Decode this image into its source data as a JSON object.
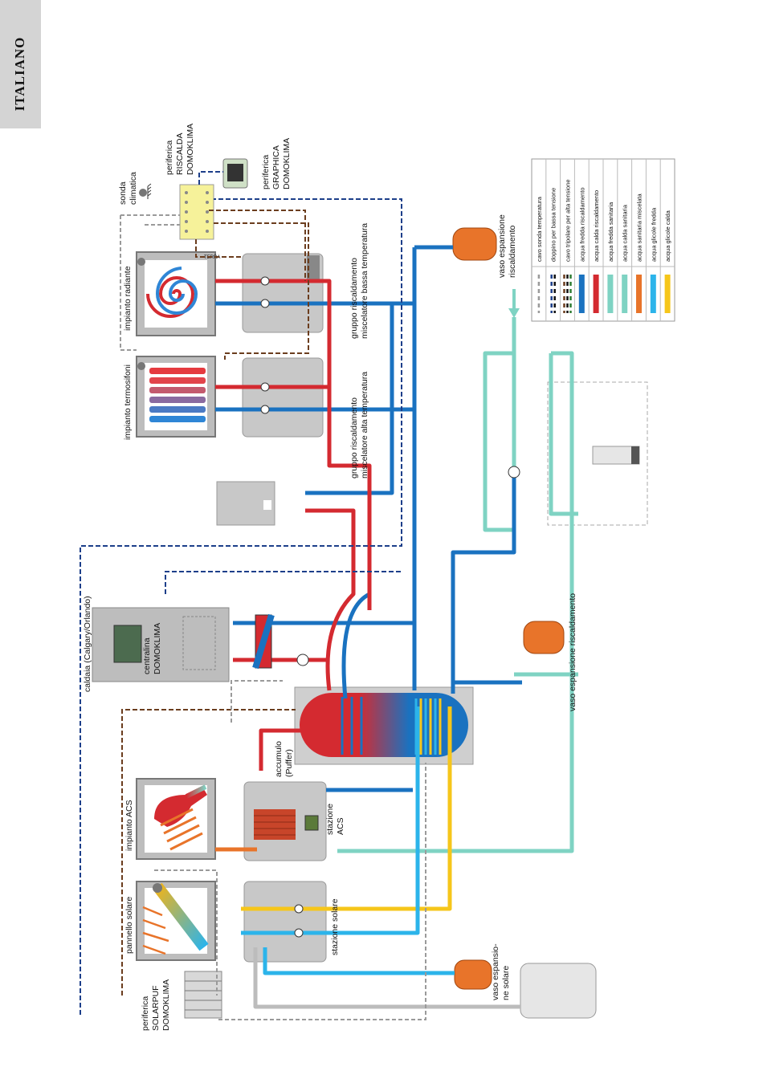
{
  "side_tab": "ITALIANO",
  "colors": {
    "hot_heating": "#d42a30",
    "cold_heating": "#1a72c0",
    "cold_sanitary": "#7fd3c3",
    "hot_sanitary": "#7fd3c3",
    "mixed_sanitary": "#e8742a",
    "cold_glycol": "#2cb4ea",
    "hot_glycol": "#f6c61a",
    "probe_cable": "#9a9a9a",
    "low_voltage_pair": "#1d3f8a",
    "high_voltage_triple": "#6b3d1e"
  },
  "labels": {
    "sonda_climatica": [
      "sonda",
      "climatica"
    ],
    "periferica_riscalda": [
      "periferica",
      "RISCALDA",
      "DOMOKLIMA"
    ],
    "periferica_graphica": [
      "periferica",
      "GRAPHICA",
      "DOMOKLIMA"
    ],
    "impianto_radiante": "impianto radiante",
    "impianto_termosifoni": "impianto termosifoni",
    "gruppo_bassa": [
      "gruppo riscaldamento",
      "miscelatore bassa temperatura"
    ],
    "gruppo_alta": [
      "gruppo riscaldamento",
      "miscelatore alta temperatura"
    ],
    "vaso_espansione_top": [
      "vaso espansione",
      "riscaldamento"
    ],
    "vaso_espansione_right": "vaso espansione riscaldamento",
    "caldaia": "caldaia (Calgary/Orlando)",
    "centralina": [
      "centralina",
      "DOMOKLIMA"
    ],
    "accumulo": [
      "accumulo",
      "(Puffer)"
    ],
    "impianto_acs": "impianto ACS",
    "stazione_acs": [
      "stazione",
      "ACS"
    ],
    "pannello_solare": "pannello solare",
    "stazione_solare": "stazione solare",
    "periferica_solarpuf": [
      "periferica",
      "SOLARPUF",
      "DOMOKLIMA"
    ],
    "vaso_solare": [
      "vaso espansio-",
      "ne solare"
    ],
    "terra": "TERRA"
  },
  "legend": [
    {
      "label": "cavo sonda temperatura",
      "kind": "dash",
      "colors": [
        "#9a9a9a"
      ]
    },
    {
      "label": "doppino per bassa tensione",
      "kind": "dash",
      "colors": [
        "#1d3f8a",
        "#111111"
      ]
    },
    {
      "label": "cavo tripolare per alta tensione",
      "kind": "dash",
      "colors": [
        "#6b3d1e",
        "#111111",
        "#2e7d32"
      ]
    },
    {
      "label": "acqua fredda riscaldamento",
      "kind": "solid",
      "colors": [
        "#1a72c0"
      ]
    },
    {
      "label": "acqua calda riscaldamento",
      "kind": "solid",
      "colors": [
        "#d42a30"
      ]
    },
    {
      "label": "acqua fredda sanitaria",
      "kind": "solid",
      "colors": [
        "#7fd3c3"
      ]
    },
    {
      "label": "acqua calda sanitaria",
      "kind": "solid",
      "colors": [
        "#7fd3c3"
      ]
    },
    {
      "label": "acqua sanitaria miscelata",
      "kind": "solid",
      "colors": [
        "#e8742a"
      ]
    },
    {
      "label": "acqua glicole fredda",
      "kind": "solid",
      "colors": [
        "#2cb4ea"
      ]
    },
    {
      "label": "acqua glicole calda",
      "kind": "solid",
      "colors": [
        "#f6c61a"
      ]
    }
  ]
}
